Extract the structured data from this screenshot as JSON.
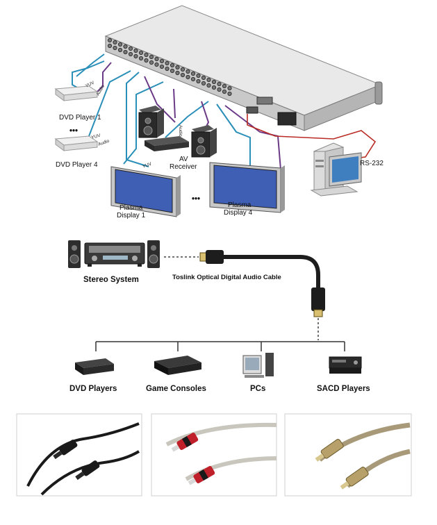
{
  "colors": {
    "yuv_cable": "#2a8fb8",
    "audio_cable": "#6a3a86",
    "rs232_cable": "#b92a23",
    "matrix_body": "#d9d9d9",
    "plasma_screen": "#3f5fb5"
  },
  "top_diagram": {
    "devices": {
      "dvd_player_1": "DVD Player 1",
      "dvd_player_4": "DVD Player 4",
      "av_receiver_line1": "AV",
      "av_receiver_line2": "Receiver",
      "plasma_1_line1": "Plasma",
      "plasma_1_line2": "Display 1",
      "plasma_4_line1": "Plasma",
      "plasma_4_line2": "Display 4",
      "rs232": "RS-232"
    },
    "cable_labels": {
      "yuv": "YUV",
      "audio": "Audio"
    },
    "ellipsis": "•••"
  },
  "middle_diagram": {
    "source": "Stereo System",
    "cable": "Toslink Optical Digital Audio Cable",
    "targets": [
      "DVD Players",
      "Game Consoles",
      "PCs",
      "SACD Players"
    ]
  },
  "photos": [
    {
      "name": "black-toslink-cable",
      "plug_color": "#1a1a1a"
    },
    {
      "name": "red-toslink-cable",
      "plug_color": "#c0202a"
    },
    {
      "name": "gold-braided-toslink-cable",
      "plug_color": "#b8a06a"
    }
  ]
}
